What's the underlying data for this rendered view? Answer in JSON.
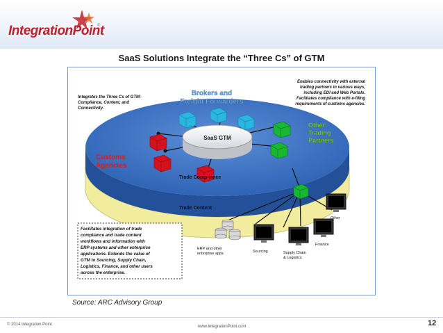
{
  "brand": {
    "logo_text": "IntegrationPoint",
    "registered_mark": "®"
  },
  "slide": {
    "title": "SaaS Solutions Integrate the “Three Cs” of GTM",
    "source": "Source: ARC Advisory Group",
    "copyright": "© 2014 Integration Point",
    "website": "www.IntegrationPoint.com",
    "page_number": "12"
  },
  "diagram": {
    "hub_label": "SaaS GTM",
    "top_left_note": [
      "Integrates the Three Cs of GTM:",
      "Compliance, Content, and",
      "Connectivity."
    ],
    "top_right_note": [
      "Enables connectivity with external",
      "trading partners in various ways,",
      "including EDI and Web Portals.",
      "Facilitates compliance with e-filing",
      "requirements of customs agencies."
    ],
    "brokers_label": [
      "Brokers and",
      "Freight Forwarders"
    ],
    "other_partners_label": [
      "Other",
      "Trading",
      "Partners"
    ],
    "customs_label": [
      "Customs",
      "Agencies"
    ],
    "layer_compliance": "Trade Compliance",
    "layer_content": "Trade Content",
    "bottom_note": [
      "Facilitates integration of trade",
      "compliance and trade content",
      "workflows and information with",
      "ERP systems and other enterprise",
      "applications.  Extends the value of",
      "GTM to Sourcing, Supply Chain,",
      "Logistics, Finance, and other users",
      "across the enterprise."
    ],
    "erp_label": [
      "ERP and other",
      "enterprise apps"
    ],
    "sourcing_label": "Sourcing",
    "supply_chain_label": [
      "Supply Chain",
      "& Logistics"
    ],
    "finance_label": "Finance",
    "other_label": "Other",
    "colors": {
      "disc_top": "#3d73c5",
      "disc_edge": "#24509a",
      "content_layer": "#f3efb2",
      "broker_cube": "#29b6e0",
      "partner_cube": "#19b832",
      "customs_cube": "#d4121f",
      "label_blue": "#6da6d8",
      "label_green": "#7ccd3a",
      "label_red": "#cc2222"
    }
  }
}
